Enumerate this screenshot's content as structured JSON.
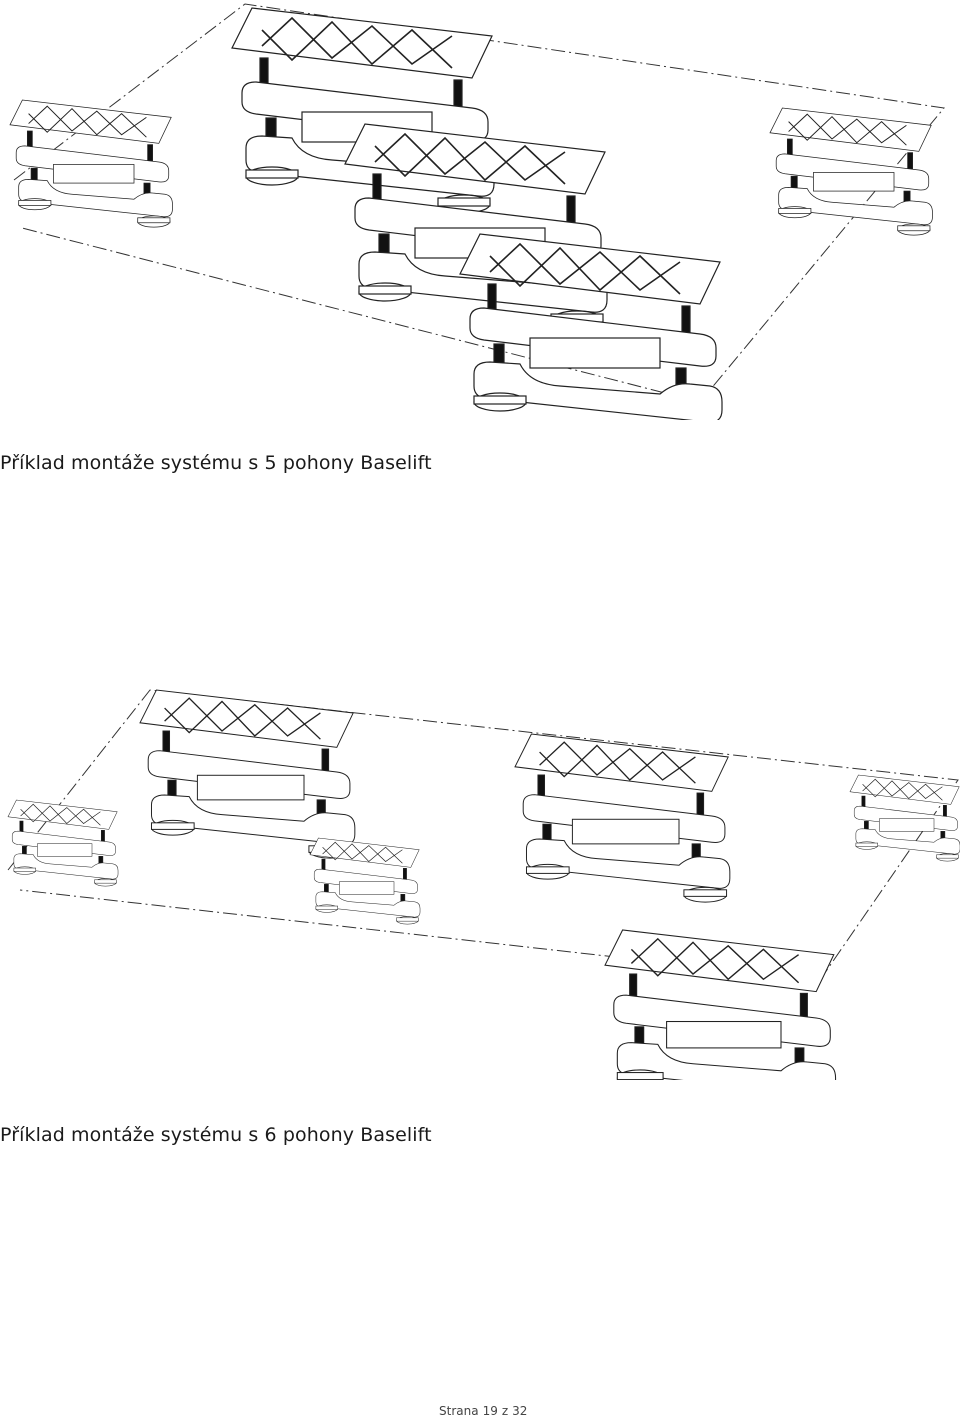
{
  "figures": [
    {
      "caption": "Příklad montáže systému s 5 pohony Baselift"
    },
    {
      "caption": "Příklad montáže systému s 6 pohony Baselift"
    }
  ],
  "footer": {
    "page_label": "Strana",
    "page_current": "19",
    "page_sep": "z",
    "page_total": "32"
  }
}
